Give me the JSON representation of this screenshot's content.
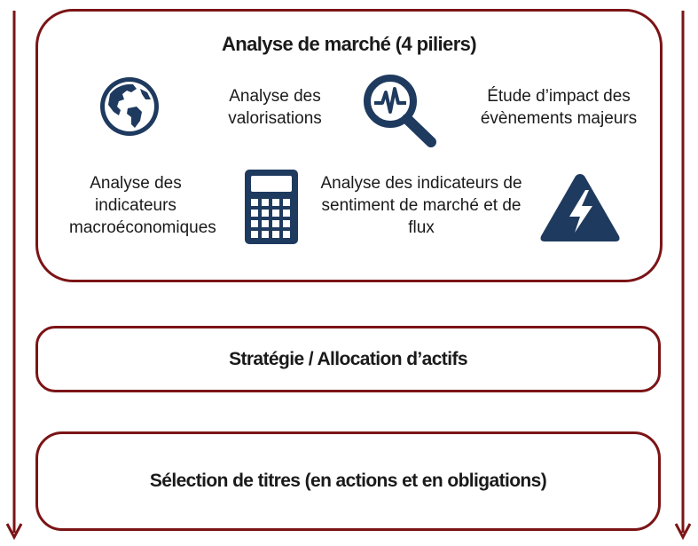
{
  "market_analysis": {
    "title": "Analyse de marché (4 piliers)",
    "labels": {
      "valuations": "Analyse des valorisations",
      "major_events": "Étude d’impact des évènements majeurs",
      "macro_indicators": "Analyse des indicateurs macroéconomiques",
      "sentiment_flow": "Analyse des indicateurs de sentiment de marché et de flux"
    },
    "icons": [
      "globe-icon",
      "magnifier-pulse-icon",
      "calculator-icon",
      "lightning-warning-icon"
    ]
  },
  "strategy": {
    "label": "Stratégie / Allocation d’actifs"
  },
  "selection": {
    "label": "Sélection de titres (en actions et en obligations)"
  },
  "colors": {
    "accent": "#7b1416",
    "icon": "#1f3a5f"
  }
}
